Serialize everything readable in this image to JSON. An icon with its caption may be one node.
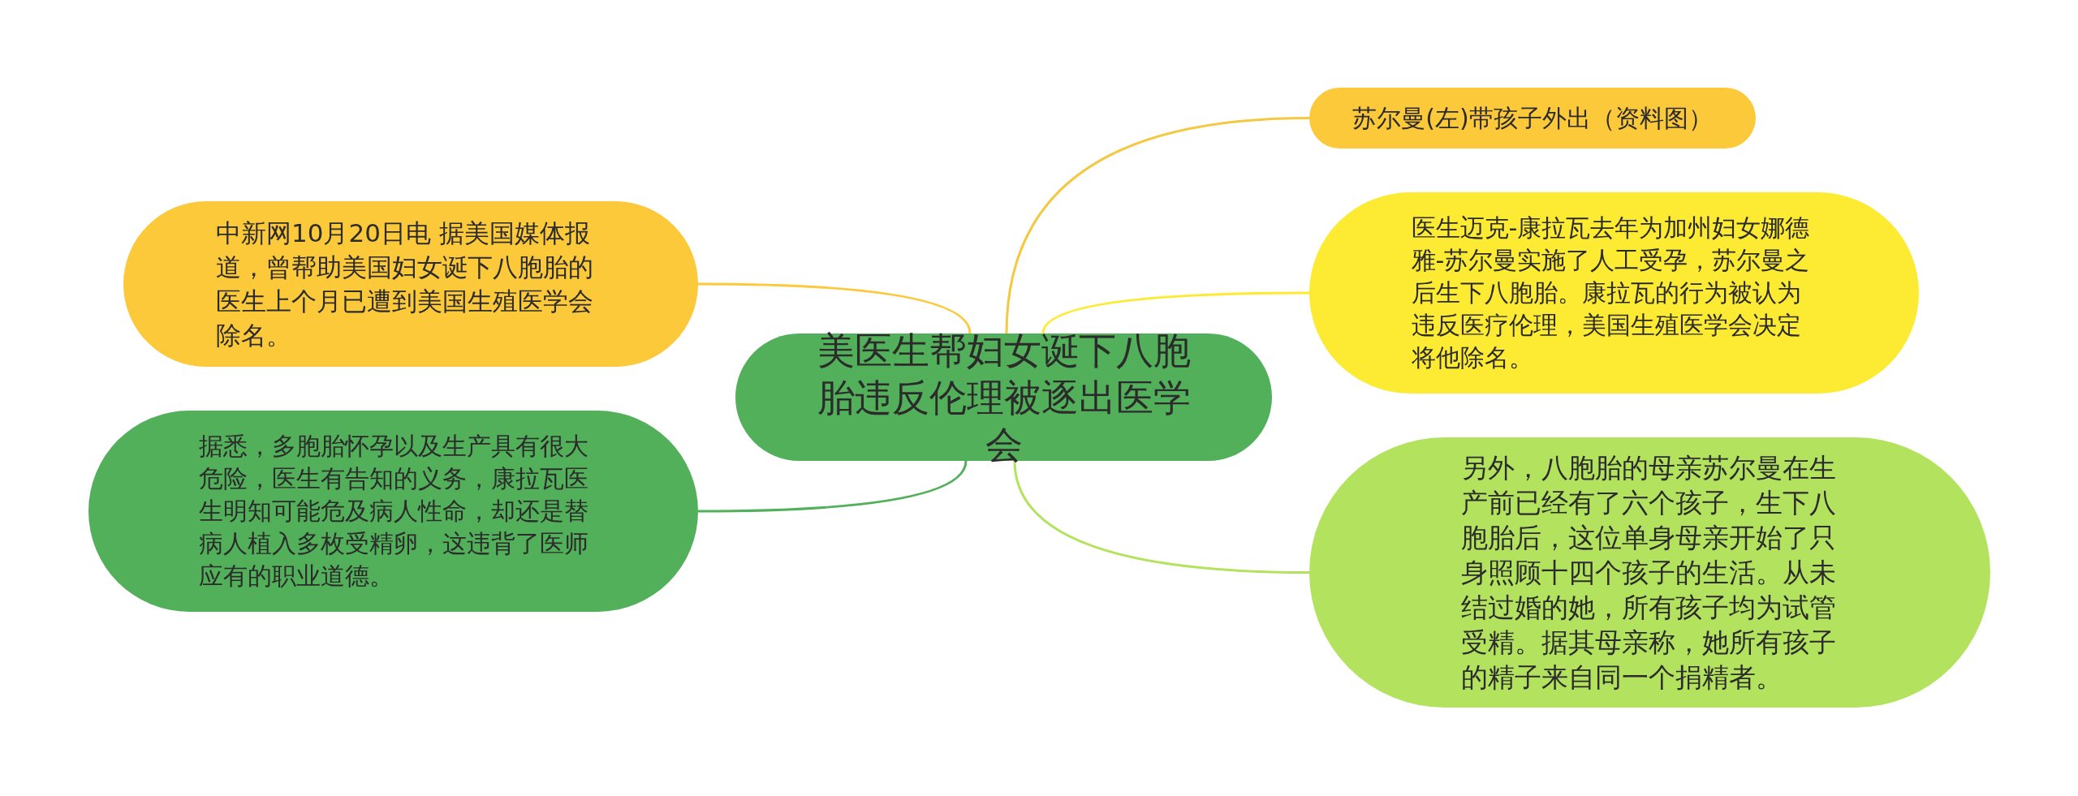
{
  "diagram": {
    "nodes": [
      {
        "text": [
          "美医生帮妇女诞下八胞胎违反伦理被逐出医学会"
        ]
      },
      {
        "text": [
          "苏尔曼(左)带孩子外出（资料图）"
        ]
      },
      {
        "text": [
          "中新网10月20日电 据美国媒体报道，曾帮助美国妇女诞下八胞胎的医生上个月已遭到美国生殖医学会除名。"
        ]
      },
      {
        "text": [
          "医生迈克-康拉瓦去年为加州妇女娜德雅-苏尔曼实施了人工受孕，苏尔曼之后生下八胞胎。康拉瓦的行为被认为违反医疗伦理，美国生殖医学会决定将他除名。"
        ]
      },
      {
        "text": [
          "据悉，多胞胎怀孕以及生产具有很大危险，医生有告知的义务，康拉瓦医生明知可能危及病人性命，却还是替病人植入多枚受精卵，这违背了医师应有的职业道德。"
        ]
      },
      {
        "text": [
          "另外，八胞胎的母亲苏尔曼在生产前已经有了六个孩子，生下八胞胎后，这位单身母亲开始了只身照顾十四个孩子的生活。从未结过婚的她，所有孩子均为试管受精。据其母亲称，她所有孩子的精子来自同一个捐精者。"
        ]
      }
    ],
    "edges": [
      {
        "from": 0,
        "to": 1,
        "arrow": "none",
        "color": "#f5c842"
      },
      {
        "from": 0,
        "to": 2,
        "arrow": "none",
        "color": "#fcc93b"
      },
      {
        "from": 0,
        "to": 3,
        "arrow": "none",
        "color": "#fdeb33"
      },
      {
        "from": 0,
        "to": 4,
        "arrow": "none",
        "color": "#52b05a"
      },
      {
        "from": 0,
        "to": 5,
        "arrow": "none",
        "color": "#b3e35e"
      }
    ]
  }
}
